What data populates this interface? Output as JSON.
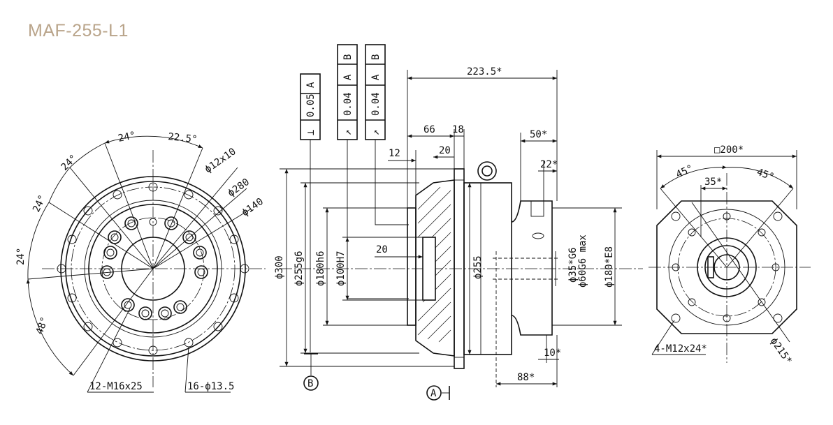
{
  "title": "MAF-255-L1",
  "front_view": {
    "angle_labels": [
      "24°",
      "22.5°",
      "24°",
      "24°",
      "24°",
      "48°"
    ],
    "dia_labels": [
      "ϕ12x10",
      "ϕ280",
      "ϕ140"
    ],
    "callouts": [
      "12-M16x25",
      "16-ϕ13.5"
    ]
  },
  "side_view": {
    "tolerance_frames": [
      {
        "symbol": "⊥",
        "value": "0.05",
        "datum": "A"
      },
      {
        "symbol": "↗",
        "value": "0.04",
        "datum": "A",
        "datum2": "B"
      },
      {
        "symbol": "↗",
        "value": "0.04",
        "datum": "A",
        "datum2": "B"
      }
    ],
    "top_dims": [
      "223.5*",
      "66",
      "18",
      "12",
      "20",
      "50*",
      "22*"
    ],
    "left_dims": [
      "ϕ300",
      "ϕ255g6",
      "ϕ180h6",
      "ϕ100H7",
      "20"
    ],
    "mid_dims": [
      "ϕ255",
      "ϕ35*G6",
      "ϕ60G6 max",
      "ϕ180*E8"
    ],
    "bottom_dims": [
      "10*",
      "88*"
    ],
    "datums": [
      "B",
      "A"
    ]
  },
  "rear_view": {
    "top_dim": "□200*",
    "angles": [
      "45°",
      "45°"
    ],
    "small_dim": "35*",
    "callouts": [
      "4-M12x24*",
      "ϕ215*"
    ]
  }
}
